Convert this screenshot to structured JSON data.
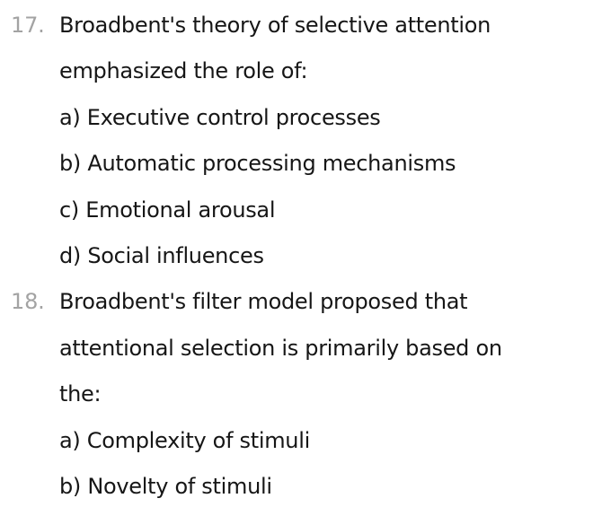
{
  "page": {
    "background_color": "#ffffff",
    "text_color": "#161616",
    "number_color": "#a3a3a3"
  },
  "quiz": {
    "questions": [
      {
        "number": "17.",
        "question_text": "Broadbent's theory of selective attention emphasized the role of:",
        "question_lines": [
          "Broadbent's theory of selective attention",
          "emphasized the role of:"
        ],
        "options": [
          "a) Executive control processes",
          "b) Automatic processing mechanisms",
          "c) Emotional arousal",
          "d) Social influences"
        ]
      },
      {
        "number": "18.",
        "question_text": "Broadbent's filter model proposed that attentional selection is primarily based on the:",
        "question_lines": [
          "Broadbent's filter model proposed that",
          "attentional selection is primarily based on",
          "the:"
        ],
        "options": [
          "a) Complexity of stimuli",
          "b) Novelty of stimuli"
        ]
      }
    ]
  }
}
